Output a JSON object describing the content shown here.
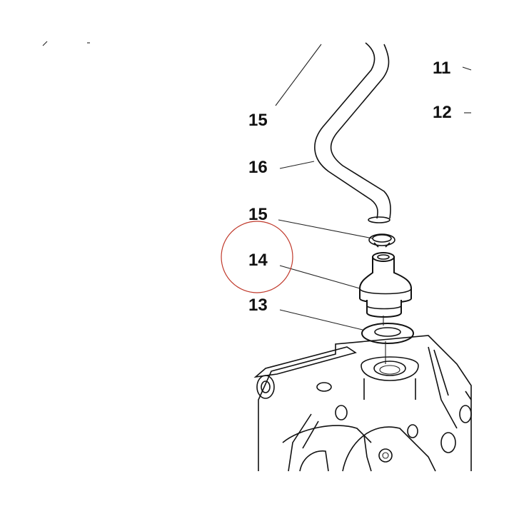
{
  "diagram": {
    "callouts": {
      "c11": "11",
      "c12": "12",
      "c15_top": "15",
      "c16": "16",
      "c15_mid": "15",
      "c14": "14",
      "c13": "13"
    },
    "highlight": {
      "target": "14",
      "color": "#c0392b"
    }
  }
}
